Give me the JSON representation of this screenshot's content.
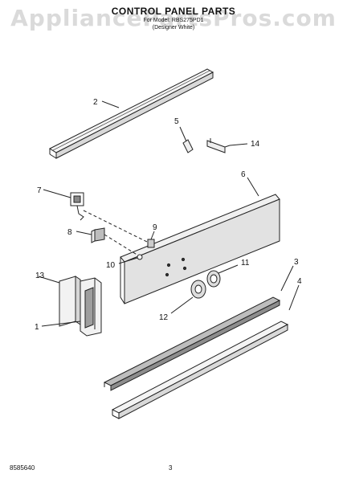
{
  "header": {
    "title": "CONTROL PANEL PARTS",
    "model_line": "For Model: RBS275PD1",
    "color_line": "(Designer White)"
  },
  "watermark": "AppliancePartsPros.com",
  "callouts": [
    "1",
    "2",
    "3",
    "4",
    "5",
    "6",
    "7",
    "8",
    "9",
    "10",
    "11",
    "12",
    "13",
    "14"
  ],
  "footer": {
    "doc_number": "8585640",
    "page_number": "3"
  }
}
